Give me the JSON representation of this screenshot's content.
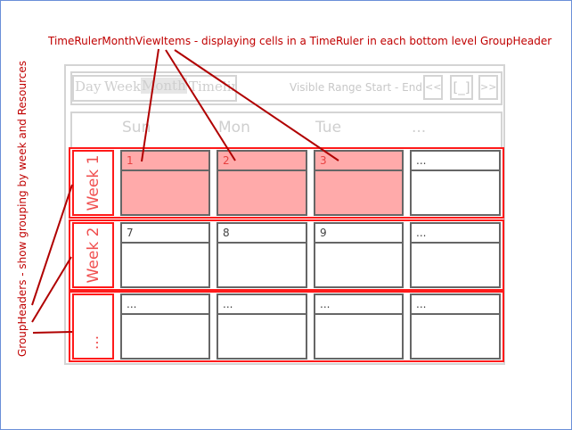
{
  "annotations": {
    "top": "TimeRulerMonthViewItems - displaying cells in a TimeRuler in each bottom level GroupHeader",
    "left": "GroupHeaders - show grouping by week and Resources"
  },
  "toolbar": {
    "views": [
      "Day",
      "Week",
      "Month",
      "Timeline"
    ],
    "range": "Visible Range Start - End",
    "prev": "<<",
    "today": "[_]",
    "next": ">>"
  },
  "days": [
    "Sun",
    "Mon",
    "Tue",
    "..."
  ],
  "groups": [
    {
      "label": "Week 1",
      "cells": [
        "1",
        "2",
        "3",
        "..."
      ]
    },
    {
      "label": "Week 2",
      "cells": [
        "7",
        "8",
        "9",
        "..."
      ]
    },
    {
      "label": "...",
      "cells": [
        "...",
        "...",
        "...",
        "..."
      ]
    }
  ],
  "colors": {
    "accent": "#ff1a1a",
    "highlight": "#ffaaaa",
    "note": "#c00000"
  }
}
